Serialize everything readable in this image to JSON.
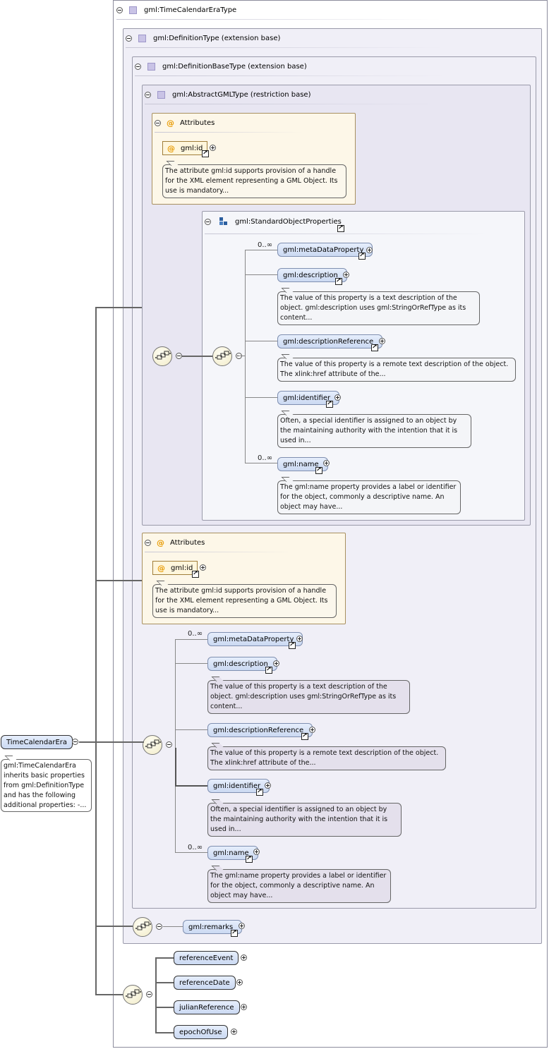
{
  "root": {
    "label": "TimeCalendarEra",
    "note": "gml:TimeCalendarEra inherits basic properties from gml:DefinitionType and has the following additional properties: -..."
  },
  "types": {
    "time_calendar_era_type": "gml:TimeCalendarEraType",
    "definition_type": "gml:DefinitionType (extension base)",
    "definition_base_type": "gml:DefinitionBaseType (extension base)",
    "abstract_gml_type": "gml:AbstractGMLType (restriction base)"
  },
  "attributes_label": "Attributes",
  "attribute_id": {
    "label": "gml:id",
    "note": "The attribute gml:id supports provision of a handle for the XML element representing a GML Object. Its use is mandatory..."
  },
  "standard_object_properties": "gml:StandardObjectProperties",
  "occurrence": "0..∞",
  "elements": {
    "metadata": {
      "label": "gml:metaDataProperty"
    },
    "description": {
      "label": "gml:description",
      "note": "The value of this property is a text description of the object. gml:description uses gml:StringOrRefType as its content..."
    },
    "description_reference": {
      "label": "gml:descriptionReference",
      "note": "The value of this property is a remote text description of the object. The xlink:href attribute of the..."
    },
    "identifier": {
      "label": "gml:identifier",
      "note": "Often, a special identifier is assigned to an object by the maintaining authority with the intention that it is used in..."
    },
    "name": {
      "label": "gml:name",
      "note": "The gml:name property provides a label or identifier for the object, commonly a descriptive name. An object may have..."
    },
    "remarks": {
      "label": "gml:remarks"
    }
  },
  "own_elements": [
    "referenceEvent",
    "referenceDate",
    "julianReference",
    "epochOfUse"
  ]
}
